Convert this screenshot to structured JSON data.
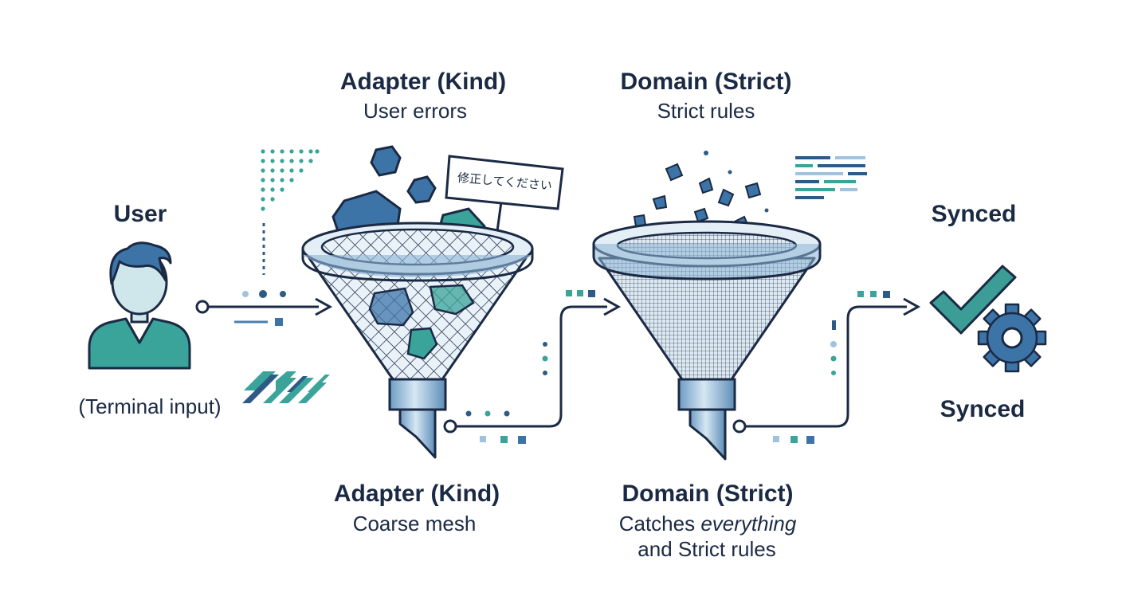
{
  "colors": {
    "navy": "#1b2a44",
    "steel": "#4a7fae",
    "steel_light": "#9fc3de",
    "teal": "#3aa39a",
    "user_fill": "#cfe6ea",
    "check_teal": "#3b9d95",
    "gear_blue": "#3d74a8"
  },
  "icons": [
    "user-icon",
    "coarse-funnel-icon",
    "fine-funnel-icon",
    "checkmark-icon",
    "gear-icon",
    "sign-icon"
  ],
  "user": {
    "title": "User",
    "caption": "(Terminal input)"
  },
  "adapter": {
    "top_title": "Adapter (Kind)",
    "top_subtitle": "User errors",
    "sign_text": "修正してください",
    "bottom_title": "Adapter (Kind)",
    "bottom_subtitle": "Coarse mesh"
  },
  "domain": {
    "top_title": "Domain (Strict)",
    "top_subtitle": "Strict rules",
    "bottom_title": "Domain (Strict)",
    "bottom_subtitle_prefix": "Catches ",
    "bottom_subtitle_emph": "everything",
    "bottom_subtitle_line2": "and Strict rules"
  },
  "result": {
    "top_label": "Synced",
    "bottom_label": "Synced"
  }
}
